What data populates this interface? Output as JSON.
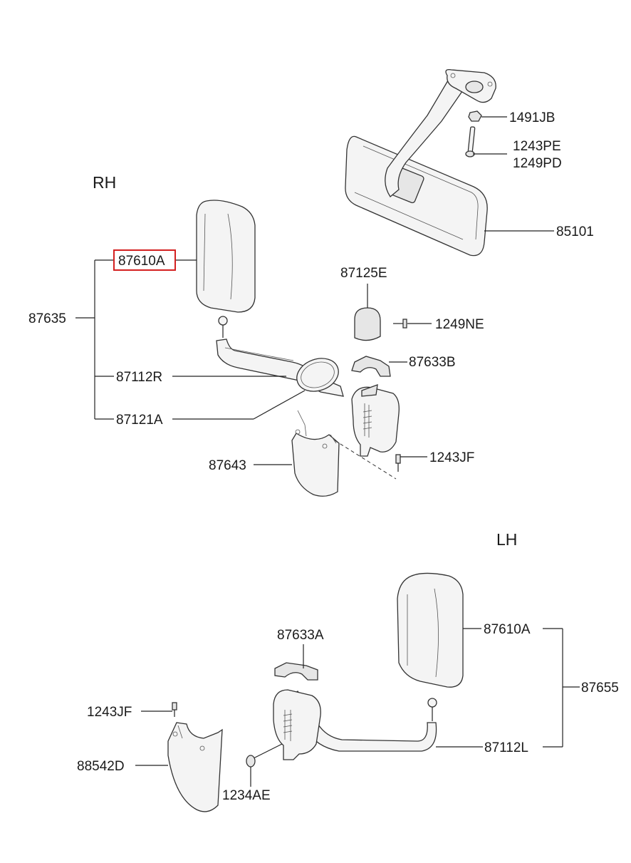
{
  "sections": {
    "rh": "RH",
    "lh": "LH"
  },
  "highlight_color": "#d42020",
  "labels": {
    "p1491JB": "1491JB",
    "p1243PE": "1243PE",
    "p1249PD": "1249PD",
    "p85101": "85101",
    "p87610A_rh": "87610A",
    "p87635": "87635",
    "p87125E": "87125E",
    "p1249NE": "1249NE",
    "p87633B": "87633B",
    "p87112R": "87112R",
    "p87121A": "87121A",
    "p87643": "87643",
    "p1243JF_rh": "1243JF",
    "p87633A": "87633A",
    "p87610A_lh": "87610A",
    "p87655": "87655",
    "p1243JF_lh": "1243JF",
    "p88542D": "88542D",
    "p87112L": "87112L",
    "p1234AE": "1234AE"
  }
}
